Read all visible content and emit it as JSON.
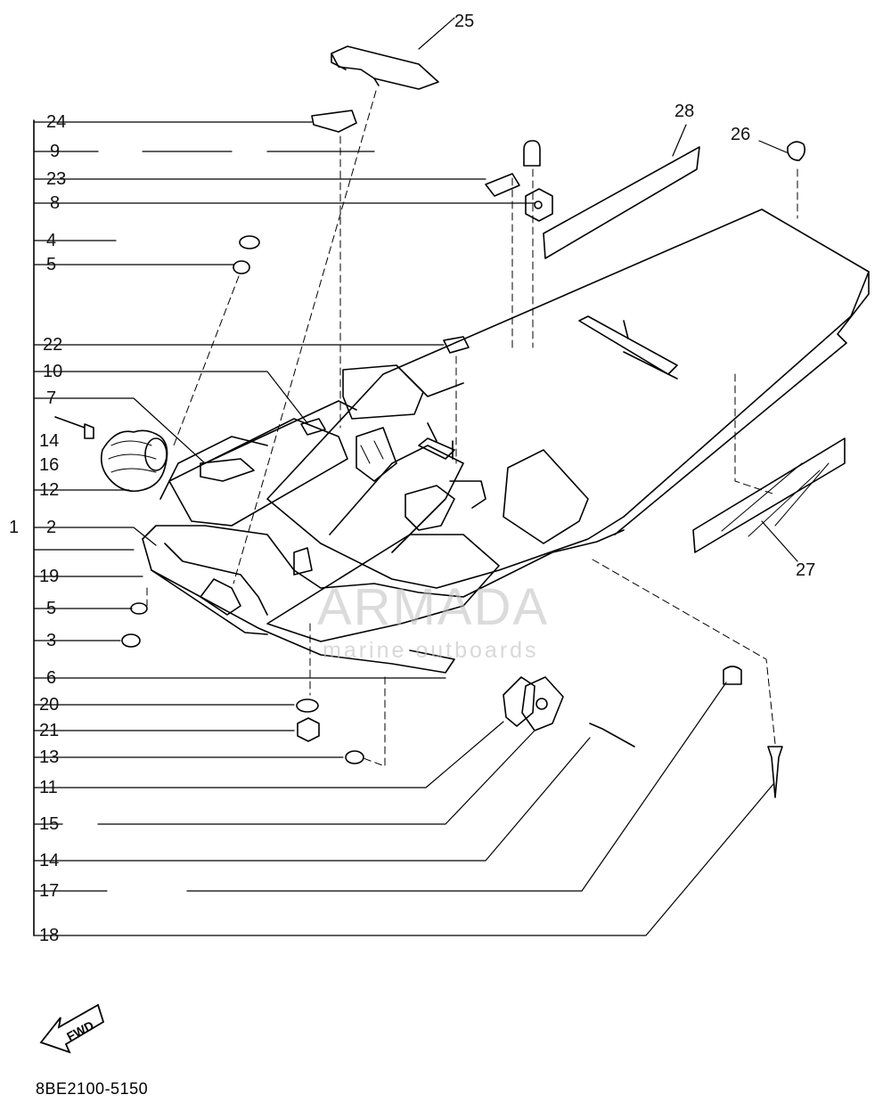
{
  "diagram": {
    "left_labels": [
      {
        "id": "left-24",
        "text": "24"
      },
      {
        "id": "left-9",
        "text": "9"
      },
      {
        "id": "left-23",
        "text": "23"
      },
      {
        "id": "left-8",
        "text": "8"
      },
      {
        "id": "left-4",
        "text": "4"
      },
      {
        "id": "left-5a",
        "text": "5"
      },
      {
        "id": "left-22",
        "text": "22"
      },
      {
        "id": "left-10",
        "text": "10"
      },
      {
        "id": "left-7",
        "text": "7"
      },
      {
        "id": "left-14a",
        "text": "14"
      },
      {
        "id": "left-16",
        "text": "16"
      },
      {
        "id": "left-12",
        "text": "12"
      },
      {
        "id": "left-1",
        "text": "1"
      },
      {
        "id": "left-2",
        "text": "2"
      },
      {
        "id": "left-19",
        "text": "19"
      },
      {
        "id": "left-5b",
        "text": "5"
      },
      {
        "id": "left-3",
        "text": "3"
      },
      {
        "id": "left-6",
        "text": "6"
      },
      {
        "id": "left-20",
        "text": "20"
      },
      {
        "id": "left-21",
        "text": "21"
      },
      {
        "id": "left-13",
        "text": "13"
      },
      {
        "id": "left-11",
        "text": "11"
      },
      {
        "id": "left-15",
        "text": "15"
      },
      {
        "id": "left-14b",
        "text": "14"
      },
      {
        "id": "left-17",
        "text": "17"
      },
      {
        "id": "left-18",
        "text": "18"
      }
    ],
    "top_labels": [
      {
        "id": "top-25",
        "text": "25"
      },
      {
        "id": "top-28",
        "text": "28"
      },
      {
        "id": "top-26",
        "text": "26"
      },
      {
        "id": "top-27",
        "text": "27"
      }
    ],
    "part_code": "8BE2100-5150",
    "direction_arrow": "FWD",
    "watermark": {
      "title": "ARMADA",
      "subtitle": "marine outboards"
    }
  }
}
